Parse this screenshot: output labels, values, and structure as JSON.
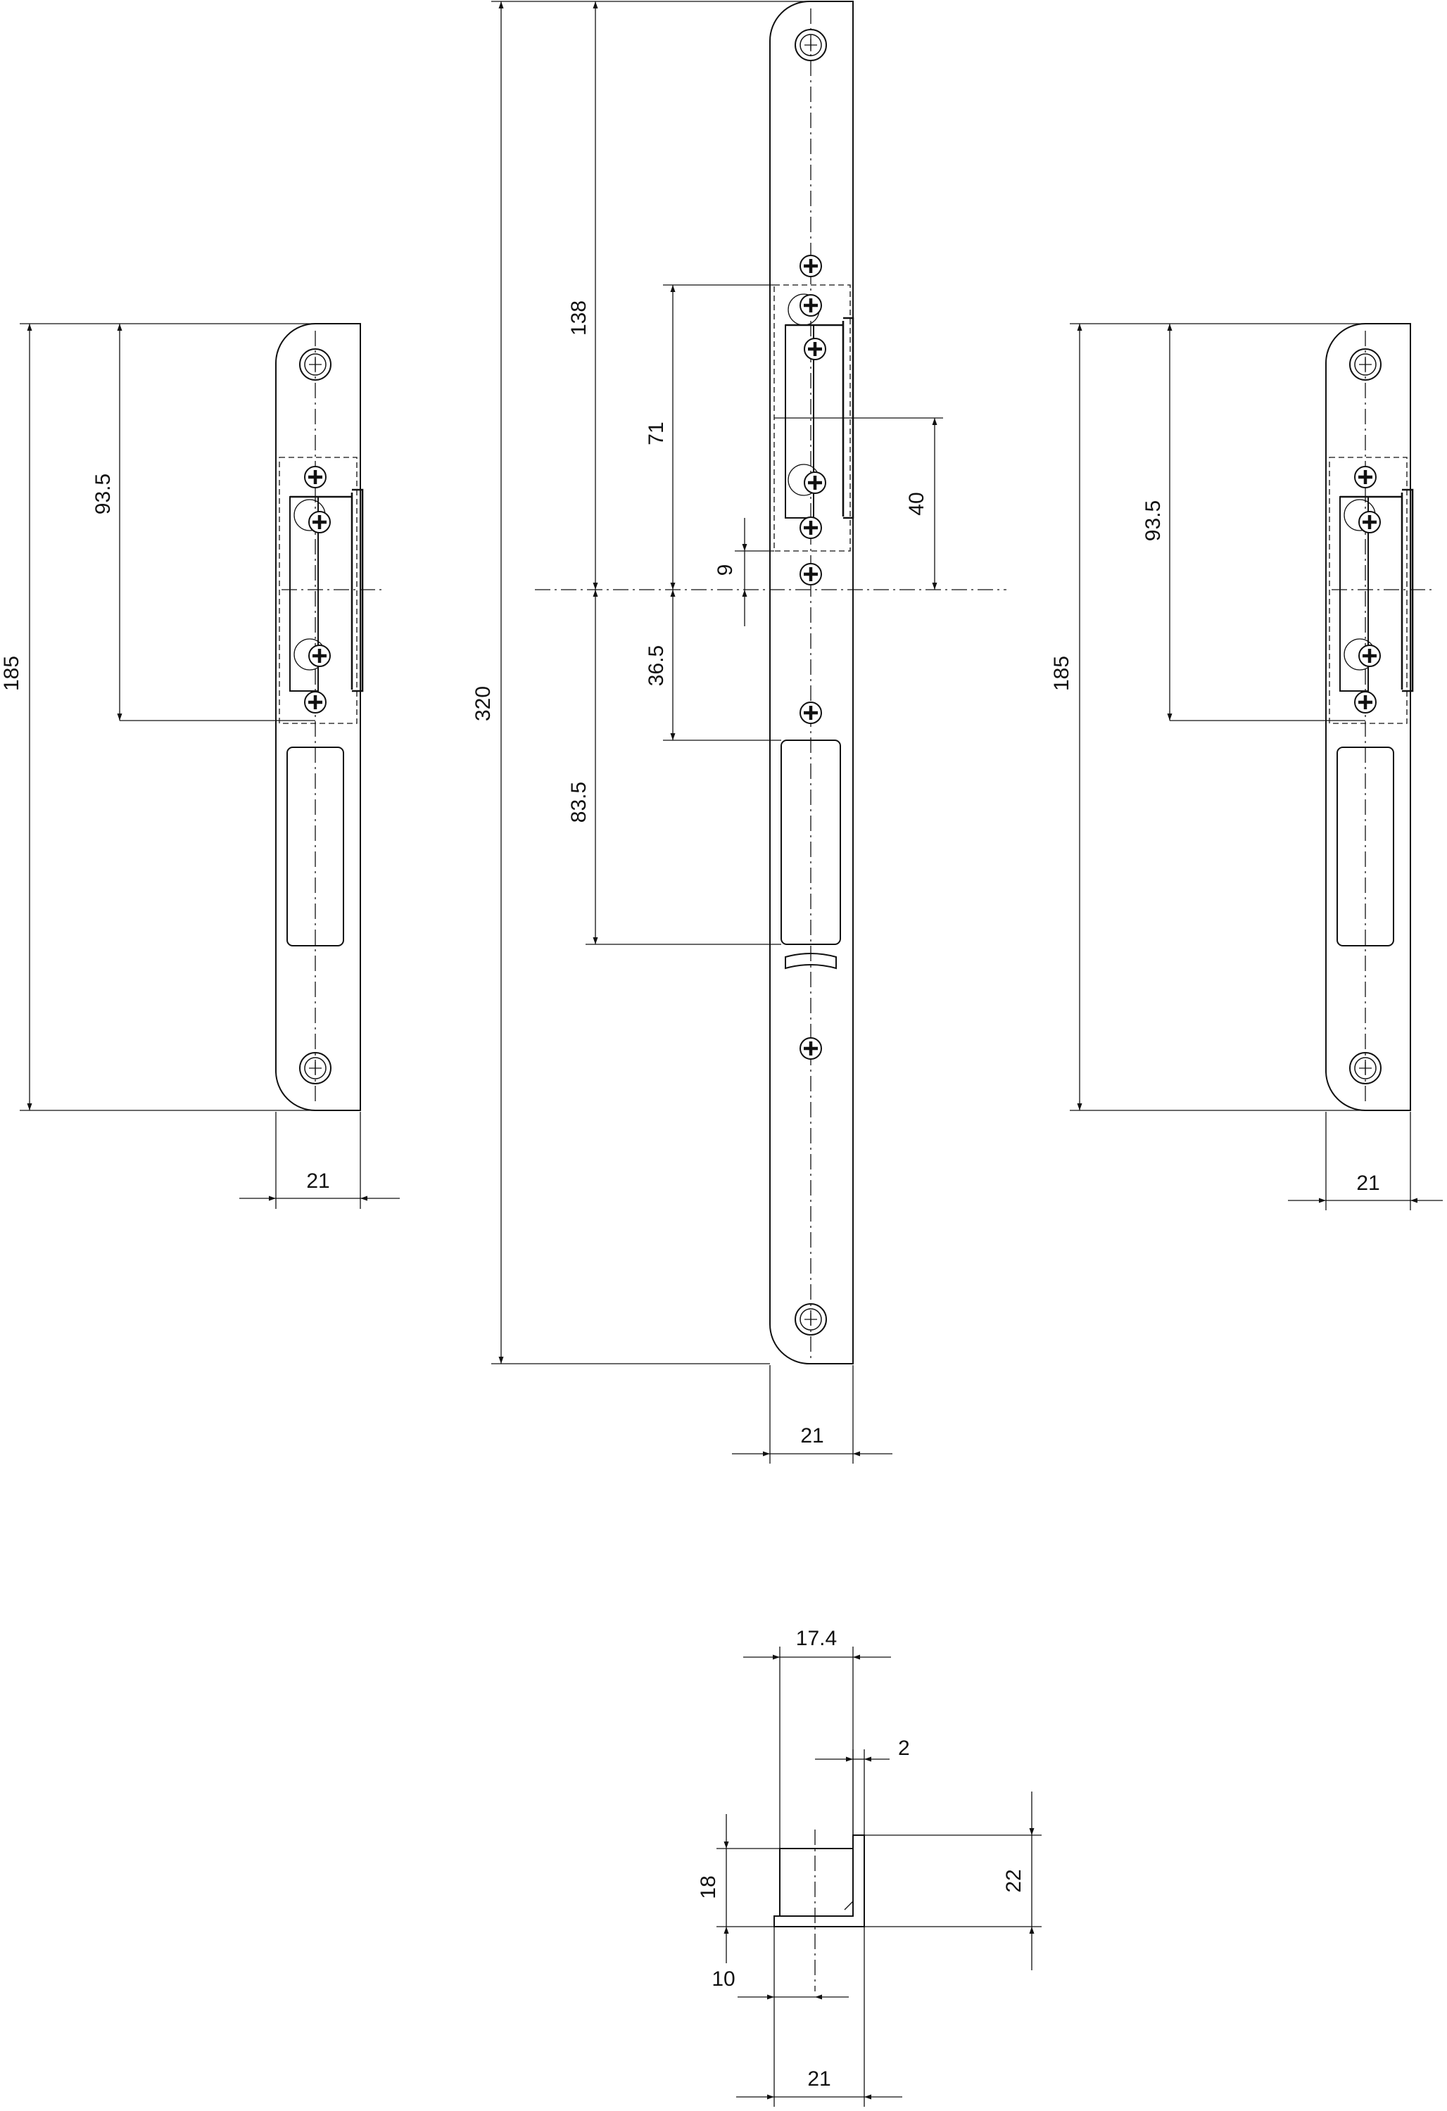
{
  "dimensions": {
    "left_plate": {
      "height": "185",
      "hole_spacing": "93.5",
      "width": "21"
    },
    "center_plate": {
      "height": "320",
      "top_to_center": "138",
      "keeper_span": "71",
      "upper_offset": "40",
      "gap": "9",
      "lower_screw": "36.5",
      "window_bottom": "83.5",
      "width": "21"
    },
    "right_plate": {
      "height": "185",
      "hole_spacing": "93.5",
      "width": "21"
    },
    "profile": {
      "overall_width": "17.4",
      "wall": "2",
      "depth": "18",
      "total_height": "22",
      "offset": "10",
      "plate_width": "21"
    }
  }
}
